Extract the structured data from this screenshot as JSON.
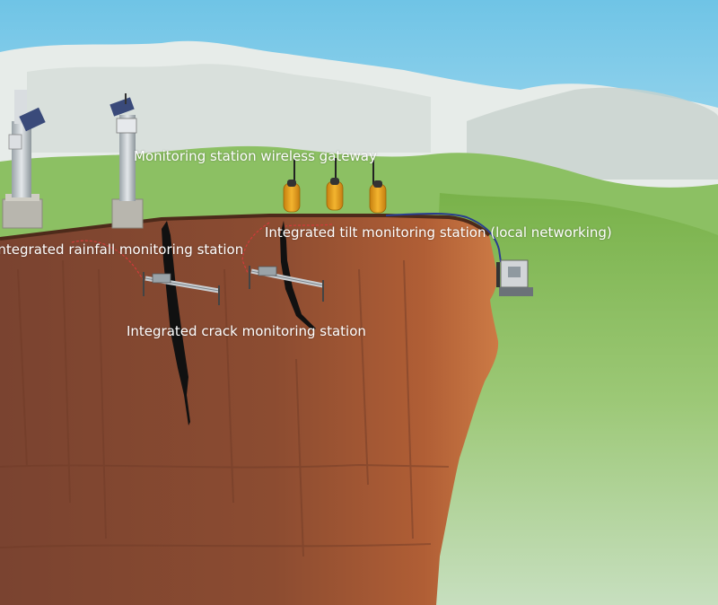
{
  "diagram": {
    "labels": {
      "gateway": "Monitoring station wireless gateway",
      "rainfall": "Integrated rainfall monitoring station",
      "tilt": "Integrated tilt monitoring station (local networking)",
      "crack": "Integrated crack monitoring station"
    },
    "colors": {
      "sky": "#cfe9f5",
      "mountain_snow": "#e6ecea",
      "hill_green": "#8fbf5e",
      "cliff_brown": "#8a4a2f",
      "cliff_orange": "#c0673d",
      "crack": "#111111",
      "tilt_sensor": "#e8a21f",
      "cable_red": "#d23a3a",
      "cable_blue": "#2a3d8f"
    },
    "icons": [
      "rainfall-station-pole-icon",
      "gateway-pole-icon",
      "tilt-sensor-icon",
      "crack-meter-icon",
      "remote-terminal-icon"
    ]
  }
}
